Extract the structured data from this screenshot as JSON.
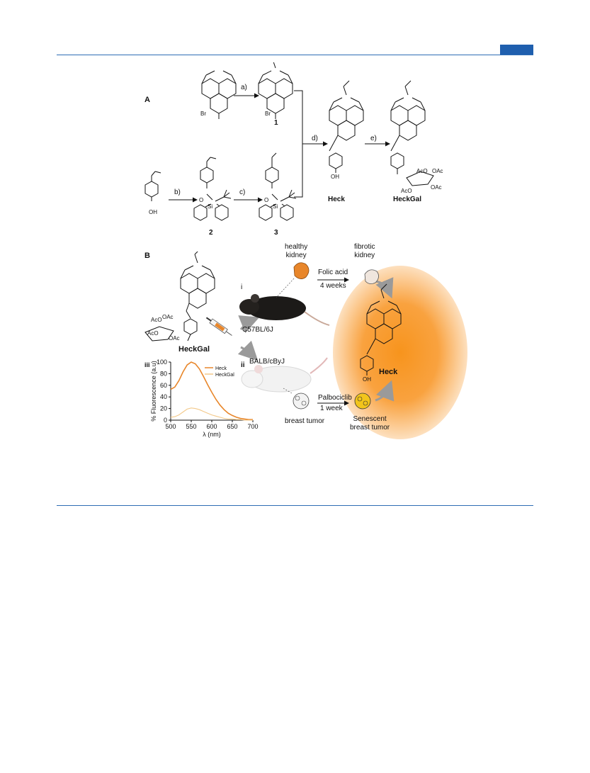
{
  "panels": {
    "a": "A",
    "b": "B"
  },
  "scheme": {
    "steps": {
      "a": "a)",
      "b": "b)",
      "c": "c)",
      "d": "d)",
      "e": "e)"
    },
    "compounds": {
      "c1": "1",
      "c2": "2",
      "c3": "3",
      "heck": "Heck",
      "heckgal": "HeckGal"
    },
    "atoms": {
      "br1": "Br",
      "br2": "Br",
      "oh1": "OH",
      "oh2": "OH",
      "si2": "Si",
      "si3": "Si",
      "o2": "O",
      "o3": "O",
      "ac1": "AcO",
      "ac2": "OAc",
      "ac3": "AcO",
      "ac4": "OAc"
    }
  },
  "biology": {
    "healthy_kidney": "healthy\nkidney",
    "fibrotic_kidney": "fibrotic\nkidney",
    "folic_acid": "Folic acid",
    "four_weeks": "4 weeks",
    "strain1": "C57BL/6J",
    "strain2": "BALB/cByJ",
    "route_i": "i",
    "route_ii": "ii",
    "route_iii": "iii",
    "palbociclib": "Palbociclib",
    "one_week": "1 week",
    "breast_tumor": "breast tumor",
    "senescent": "Senescent\nbreast tumor",
    "heckgal_label": "HeckGal",
    "heck_label": "Heck",
    "b_atoms": {
      "ac1": "AcO",
      "ac2": "OAc",
      "ac3": "AcO",
      "ac4": "OAc",
      "oh": "OH"
    }
  },
  "colors": {
    "accent": "#1f5fae",
    "heck": "#e8862a",
    "heckgal": "#f3c98a",
    "glow": "#f7941d"
  },
  "chart_data": {
    "type": "line",
    "title": "",
    "xlabel": "λ (nm)",
    "ylabel": "% Fluorescence (a.u)",
    "xlim": [
      500,
      700
    ],
    "ylim": [
      0,
      100
    ],
    "xticks": [
      500,
      550,
      600,
      650,
      700
    ],
    "yticks": [
      0,
      20,
      40,
      60,
      80,
      100
    ],
    "legend": "top-right",
    "series": [
      {
        "name": "Heck",
        "color": "#e8862a",
        "x": [
          500,
          510,
          520,
          530,
          540,
          550,
          560,
          570,
          580,
          590,
          600,
          610,
          620,
          630,
          640,
          650,
          660,
          670,
          680,
          690,
          700
        ],
        "y": [
          53,
          57,
          68,
          83,
          95,
          100,
          97,
          88,
          75,
          61,
          48,
          36,
          26,
          18,
          12,
          8,
          5,
          3,
          2,
          1,
          1
        ]
      },
      {
        "name": "HeckGal",
        "color": "#f3c98a",
        "x": [
          500,
          510,
          520,
          530,
          540,
          550,
          560,
          570,
          580,
          590,
          600,
          610,
          620,
          630,
          640,
          650,
          660,
          670,
          680,
          690,
          700
        ],
        "y": [
          5,
          6,
          9,
          14,
          19,
          21,
          20,
          18,
          15,
          12,
          9,
          7,
          5,
          3,
          2,
          2,
          1,
          1,
          0,
          0,
          0
        ]
      }
    ]
  }
}
